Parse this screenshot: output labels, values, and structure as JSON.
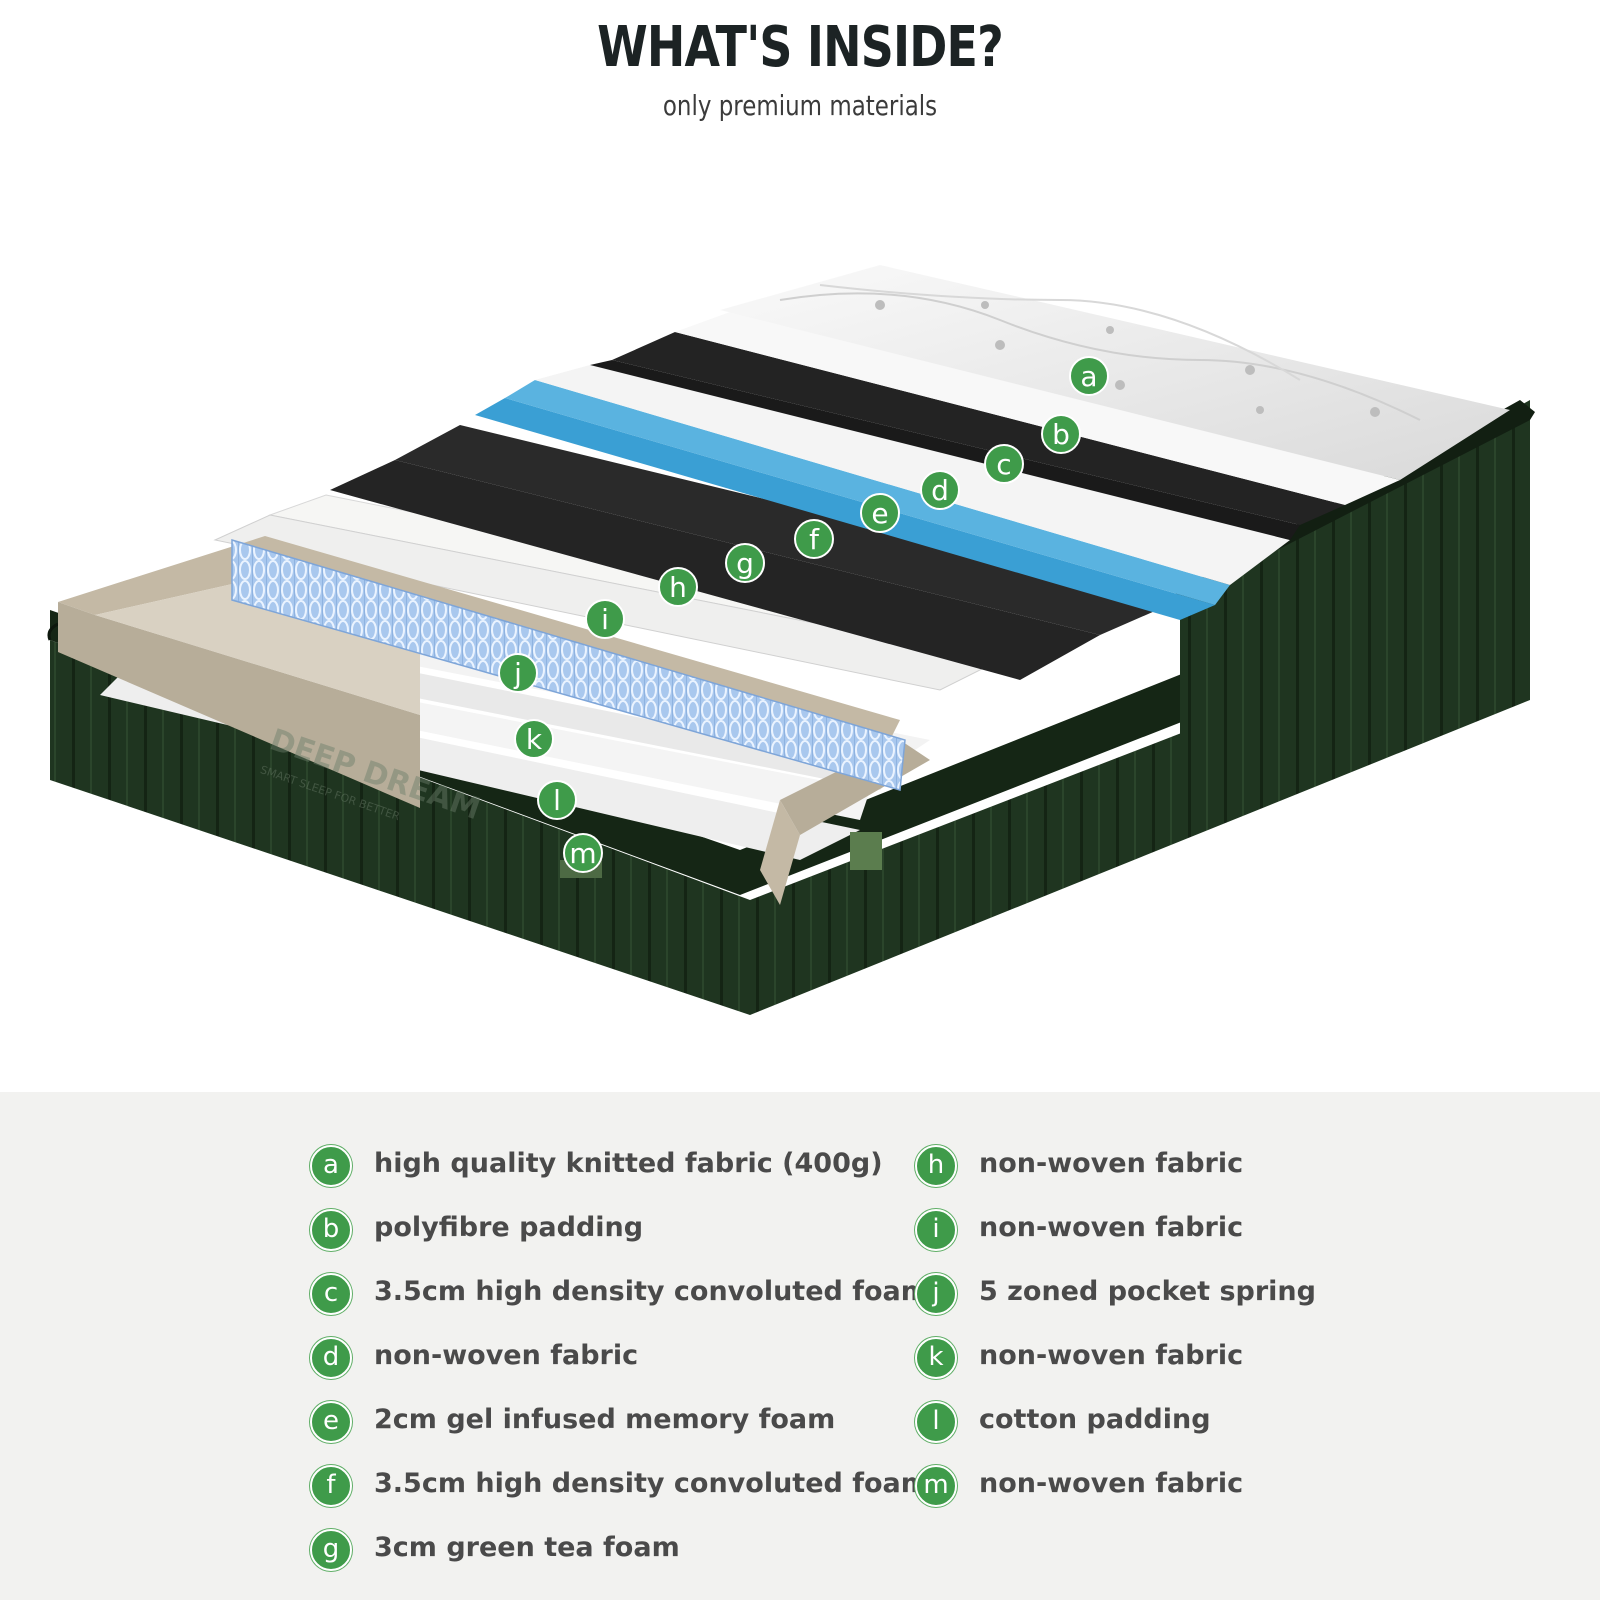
{
  "header": {
    "title": "WHAT'S INSIDE?",
    "subtitle": "only premium materials"
  },
  "brand": {
    "logo_text": "DEEP DREAM",
    "tagline": "SMART SLEEP FOR BETTER"
  },
  "colors": {
    "badge": "#3f9b4a",
    "cover": "#1f3520",
    "gel_foam": "#3a9fd4",
    "dark_foam": "#232323",
    "legend_bg": "#f2f2f0"
  },
  "markers": [
    "a",
    "b",
    "c",
    "d",
    "e",
    "f",
    "g",
    "h",
    "i",
    "j",
    "k",
    "l",
    "m"
  ],
  "legend": {
    "left": [
      {
        "letter": "a",
        "text": "high quality knitted fabric (400g)"
      },
      {
        "letter": "b",
        "text": "polyfibre padding"
      },
      {
        "letter": "c",
        "text": "3.5cm high density convoluted foam"
      },
      {
        "letter": "d",
        "text": "non-woven fabric"
      },
      {
        "letter": "e",
        "text": "2cm gel infused memory foam"
      },
      {
        "letter": "f",
        "text": "3.5cm high density convoluted foam"
      },
      {
        "letter": "g",
        "text": "3cm green tea foam"
      }
    ],
    "right": [
      {
        "letter": "h",
        "text": "non-woven fabric"
      },
      {
        "letter": "i",
        "text": "non-woven fabric"
      },
      {
        "letter": "j",
        "text": "5 zoned pocket spring"
      },
      {
        "letter": "k",
        "text": "non-woven fabric"
      },
      {
        "letter": "l",
        "text": "cotton padding"
      },
      {
        "letter": "m",
        "text": "non-woven fabric"
      }
    ]
  }
}
